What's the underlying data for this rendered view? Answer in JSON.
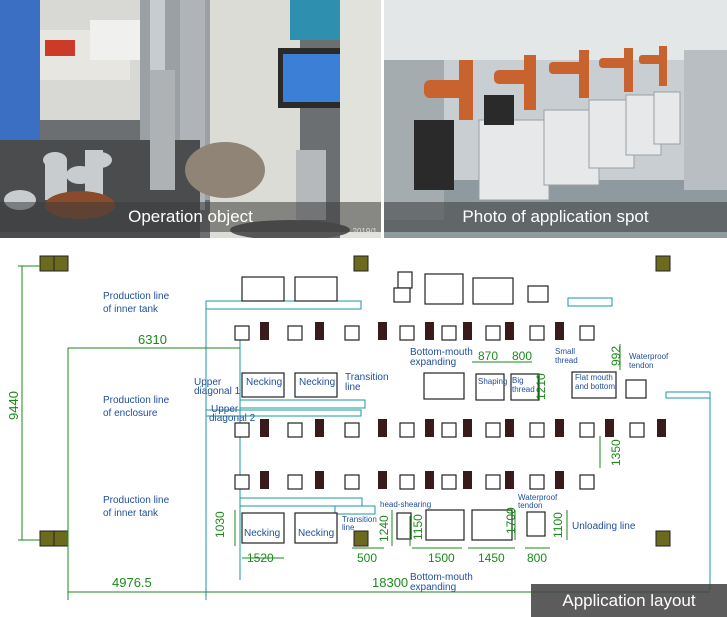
{
  "photos": {
    "left_caption": "Operation object",
    "left_watermark": "2019/1",
    "right_caption": "Photo of application spot"
  },
  "layout": {
    "caption": "Application layout",
    "row_labels": {
      "top_line1": "Production line",
      "top_line2": "of inner tank",
      "mid_line1": "Production line",
      "mid_line2": "of enclosure",
      "bot_line1": "Production line",
      "bot_line2": "of inner tank"
    },
    "station_labels": {
      "necking_mid_1": "Necking",
      "necking_mid_2": "Necking",
      "necking_bot_1": "Necking",
      "necking_bot_2": "Necking",
      "upper_diagonal_1_a": "Upper",
      "upper_diagonal_1_b": "diagonal 1",
      "upper_diagonal_2_a": "Upper",
      "upper_diagonal_2_b": "diagonal 2",
      "transition_mid_a": "Transition",
      "transition_mid_b": "line",
      "transition_bot_a": "Transition",
      "transition_bot_b": "line",
      "bottom_mouth_top_a": "Bottom-mouth",
      "bottom_mouth_top_b": "expanding",
      "bottom_mouth_bot_a": "Bottom-mouth",
      "bottom_mouth_bot_b": "expanding",
      "shaping": "Shaping",
      "big_thread_a": "Big",
      "big_thread_b": "thread",
      "small_thread_a": "Small",
      "small_thread_b": "thread",
      "flat_mouth_a": "Flat mouth",
      "flat_mouth_b": "and bottom",
      "waterproof_top_a": "Waterproof",
      "waterproof_top_b": "tendon",
      "waterproof_bot_a": "Waterproof",
      "waterproof_bot_b": "tendon",
      "head_shearing": "head-shearing",
      "unloading_line": "Unloading line"
    },
    "dimensions": {
      "d9440": "9440",
      "d6310": "6310",
      "d870": "870",
      "d800_top": "800",
      "d992": "992",
      "d1210": "1210",
      "d1350": "1350",
      "d1030": "1030",
      "d1520": "1520",
      "d1240": "1240",
      "d1150": "1150",
      "d1700": "1700",
      "d1100": "1100",
      "d500": "500",
      "d1500": "1500",
      "d1450": "1450",
      "d800_bot": "800",
      "d4976": "4976.5",
      "d18300": "18300"
    },
    "colors": {
      "dimension_green": "#1b8a1b",
      "label_blue": "#1f4e9a",
      "conveyor_teal": "#1a9aa0"
    }
  }
}
